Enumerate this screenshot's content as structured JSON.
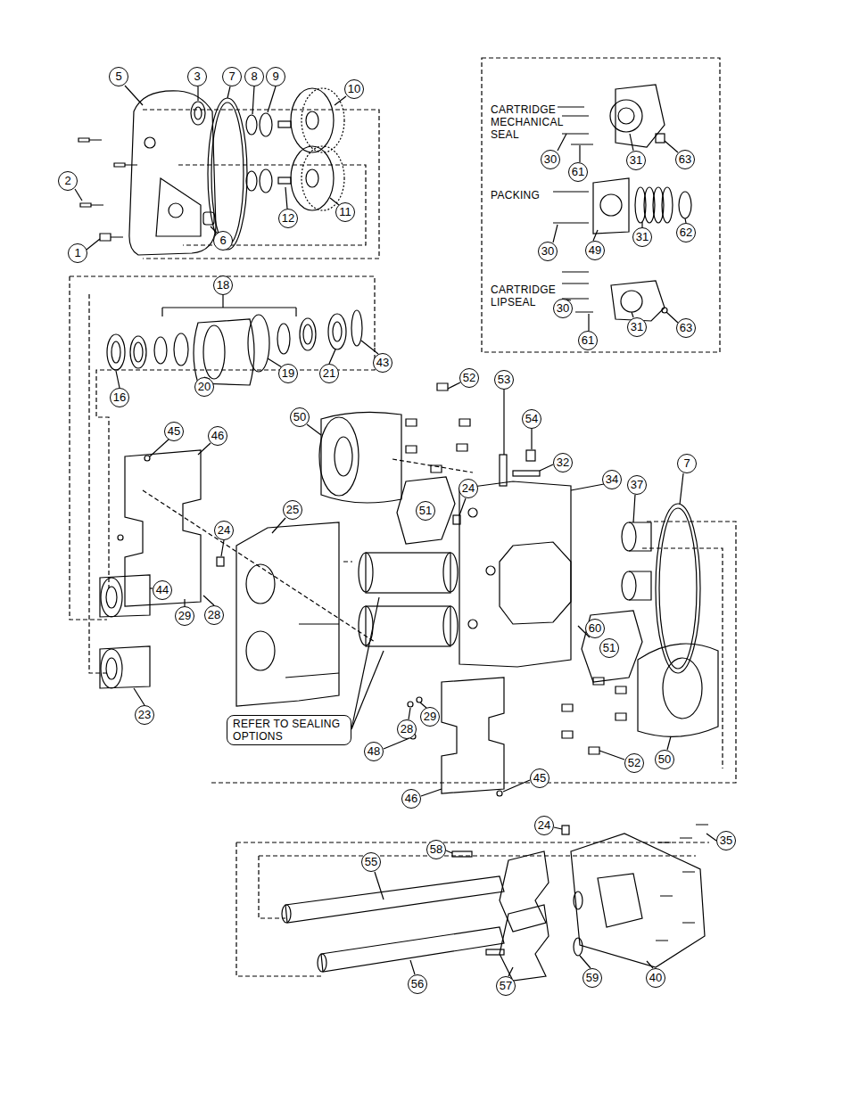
{
  "diagram": {
    "nodes": [
      {
        "text": [
          "REFER TO SEALING OPTIONS"
        ]
      }
    ],
    "labels": [
      "5",
      "3",
      "7",
      "8",
      "9",
      "10",
      "2",
      "6",
      "12",
      "11",
      "1",
      "18",
      "16",
      "20",
      "19",
      "21",
      "43",
      "45",
      "46",
      "24",
      "25",
      "44",
      "29",
      "28",
      "23",
      "52",
      "53",
      "54",
      "32",
      "34",
      "7",
      "37",
      "50",
      "51",
      "24",
      "51",
      "60",
      "52",
      "50",
      "28",
      "29",
      "48",
      "46",
      "45",
      "58",
      "55",
      "24",
      "35",
      "56",
      "57",
      "59",
      "40",
      "CARTRIDGE MECHANICAL SEAL",
      "30",
      "61",
      "31",
      "63",
      "PACKING",
      "30",
      "49",
      "31",
      "62",
      "CARTRIDGE LIPSEAL",
      "30",
      "61",
      "31",
      "63"
    ]
  }
}
